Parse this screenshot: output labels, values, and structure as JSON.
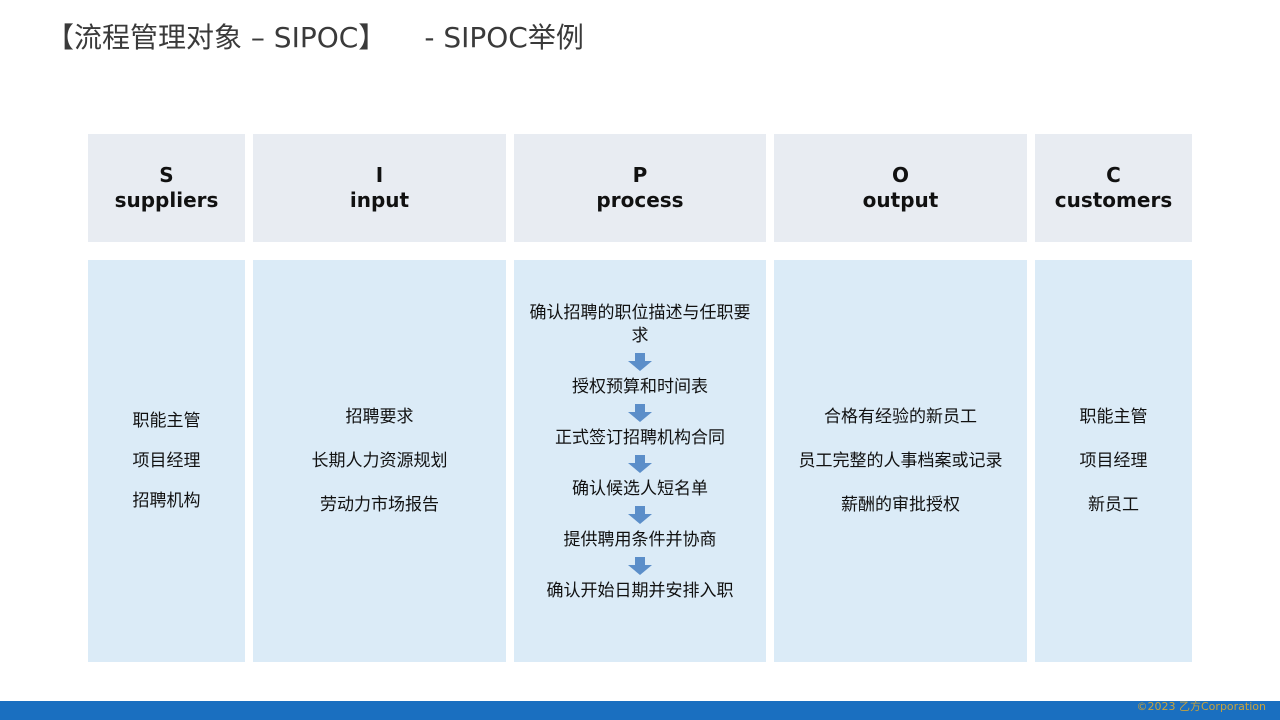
{
  "header": {
    "title": "【流程管理对象 – SIPOC】",
    "subtitle": "- SIPOC举例"
  },
  "columns": [
    {
      "letter": "S",
      "name": "suppliers",
      "items": [
        "职能主管",
        "项目经理",
        "招聘机构"
      ]
    },
    {
      "letter": "I",
      "name": "input",
      "items": [
        "招聘要求",
        "长期人力资源规划",
        "劳动力市场报告"
      ]
    },
    {
      "letter": "P",
      "name": "process",
      "steps": [
        "确认招聘的职位描述与任职要求",
        "授权预算和时间表",
        "正式签订招聘机构合同",
        "确认候选人短名单",
        "提供聘用条件并协商",
        "确认开始日期并安排入职"
      ]
    },
    {
      "letter": "O",
      "name": "output",
      "items": [
        "合格有经验的新员工",
        "员工完整的人事档案或记录",
        "薪酬的审批授权"
      ]
    },
    {
      "letter": "C",
      "name": "customers",
      "items": [
        "职能主管",
        "项目经理",
        "新员工"
      ]
    }
  ],
  "footer": {
    "copyright": "©2023 乙方Corporation",
    "bar_color": "#1a6fc0"
  },
  "colors": {
    "header_bg": "#e8ecf2",
    "body_bg": "#dbebf7",
    "arrow": "#5b8ec9"
  }
}
